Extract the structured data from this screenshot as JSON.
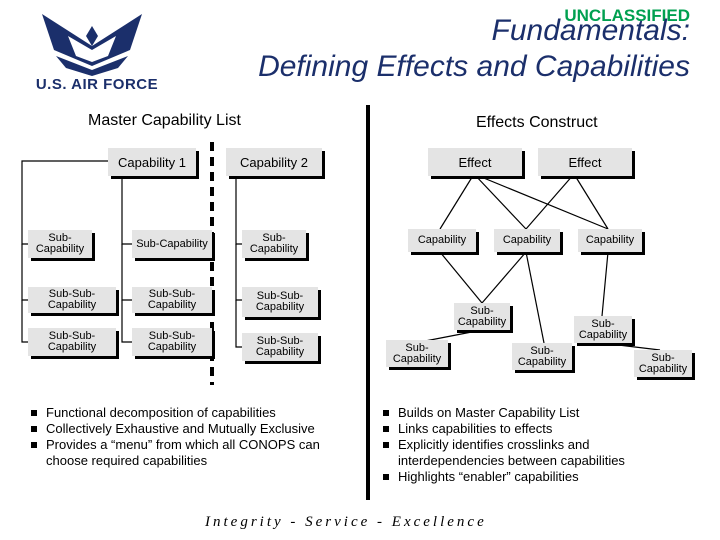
{
  "header": {
    "classification": "UNCLASSIFIED",
    "title_line1": "Fundamentals:",
    "title_line2": "Defining Effects and Capabilities",
    "logo_text": "U.S. AIR FORCE",
    "logo_icon": "air-force-symbol-icon"
  },
  "left": {
    "heading": "Master Capability List",
    "capabilities": [
      "Capability 1",
      "Capability 2"
    ],
    "sub_capabilities": [
      "Sub-Capability",
      "Sub-Capability",
      "Sub-Capability"
    ],
    "subsub_row1": [
      "Sub-Sub-Capability",
      "Sub-Sub-Capability",
      "Sub-Sub-Capability"
    ],
    "subsub_row2": [
      "Sub-Sub-Capability",
      "Sub-Sub-Capability",
      "Sub-Sub-Capability"
    ],
    "bullets": [
      "Functional decomposition of capabilities",
      "Collectively Exhaustive and Mutually Exclusive",
      "Provides a “menu” from which all CONOPS can choose required capabilities"
    ]
  },
  "right": {
    "heading": "Effects Construct",
    "effects": [
      "Effect",
      "Effect"
    ],
    "capabilities": [
      "Capability",
      "Capability",
      "Capability"
    ],
    "sub_capabilities": [
      "Sub-Capability",
      "Sub-Capability",
      "Sub-Capability",
      "Sub-Capability",
      "Sub-Capability"
    ],
    "bullets": [
      "Builds on Master Capability List",
      "Links capabilities to effects",
      "Explicitly identifies crosslinks and interdependencies between capabilities",
      "Highlights “enabler” capabilities"
    ]
  },
  "footer": {
    "motto": "Integrity - Service - Excellence"
  },
  "colors": {
    "title": "#1b2f6b",
    "classification": "#00a050",
    "box_fill": "#e4e4e4"
  }
}
